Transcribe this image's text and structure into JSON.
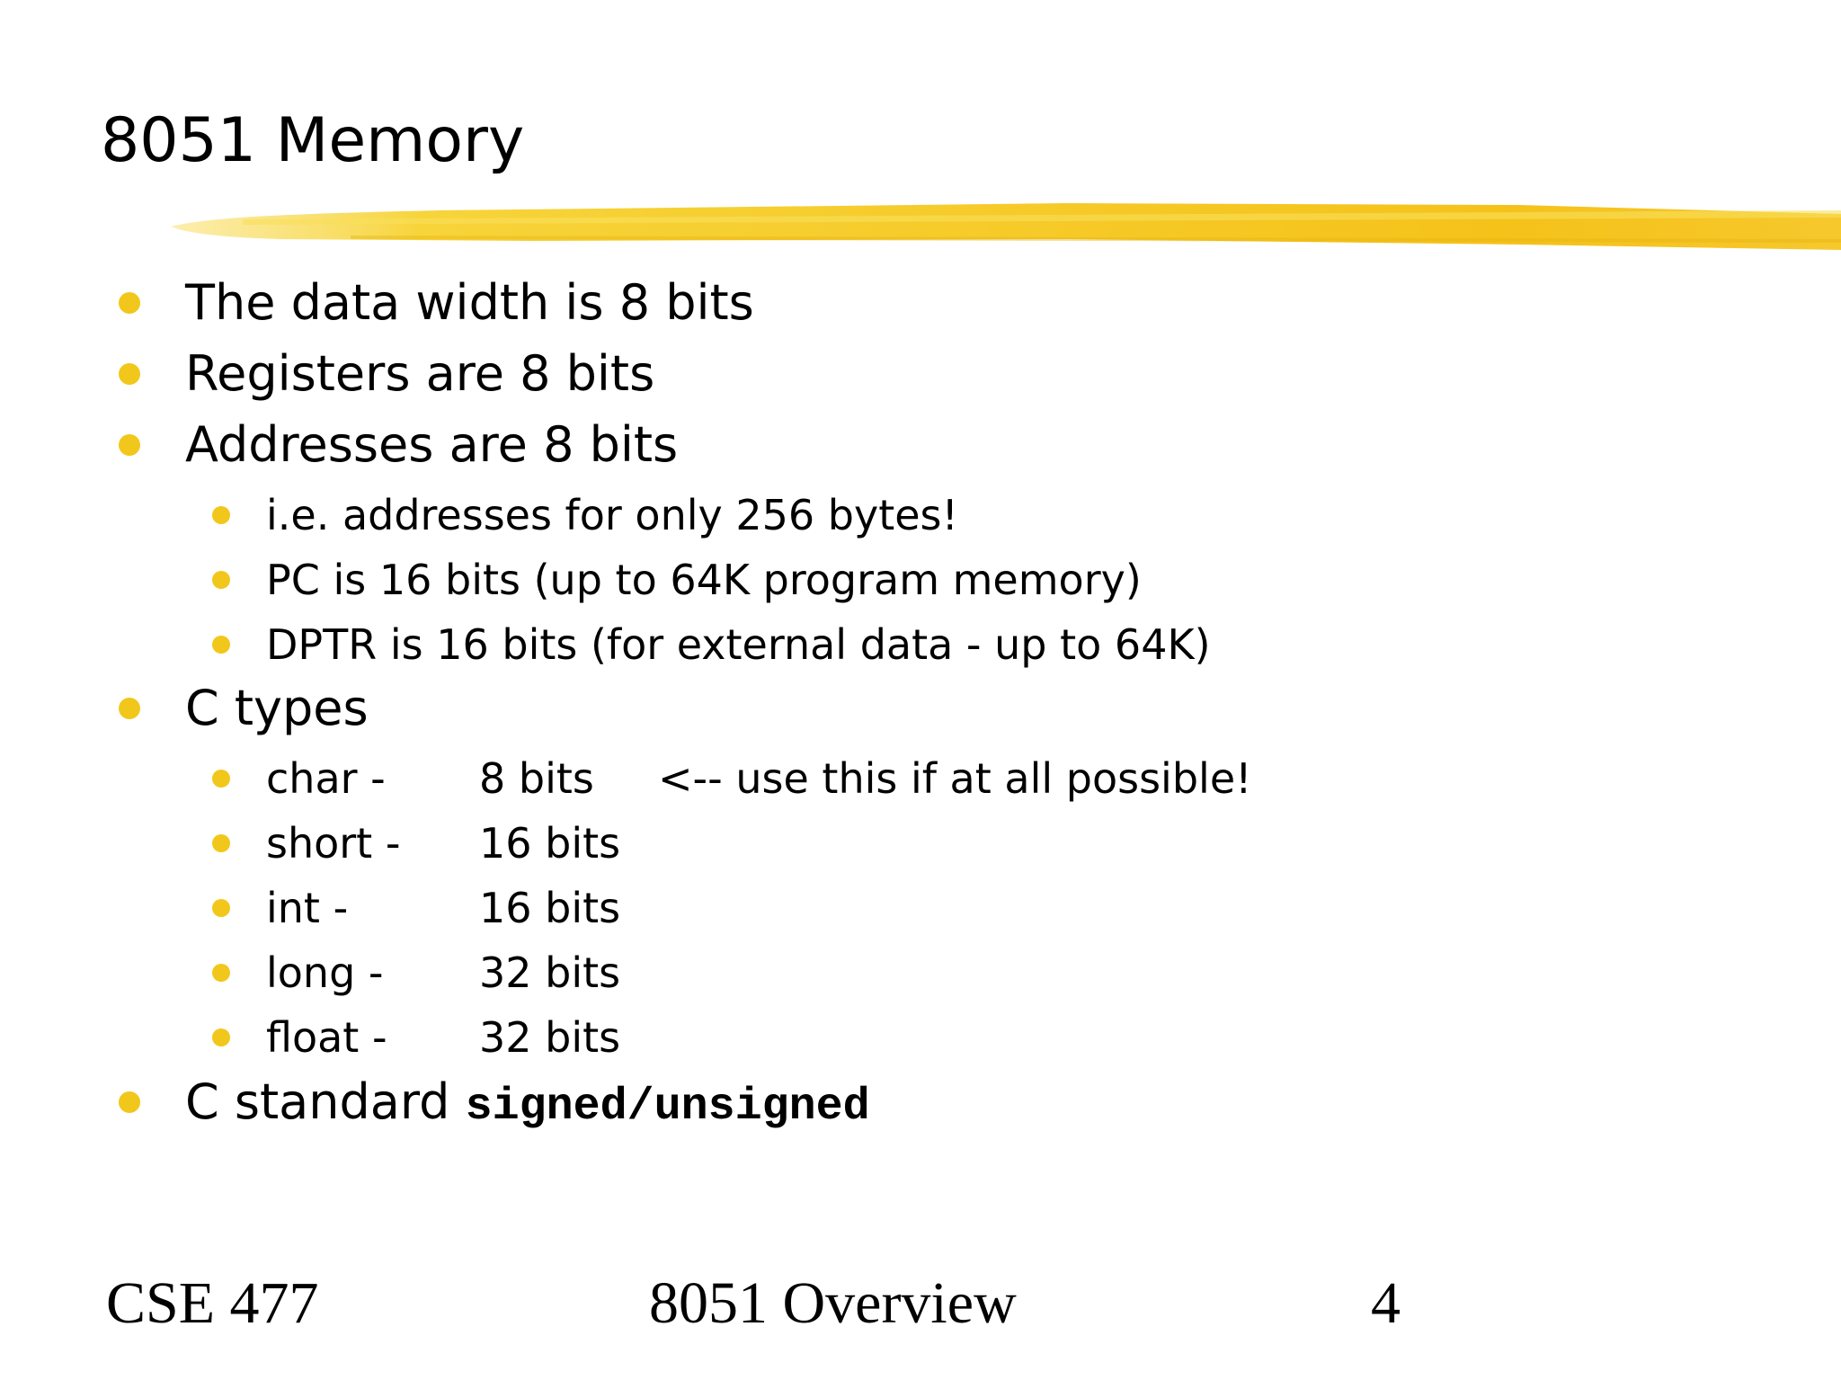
{
  "title": "8051 Memory",
  "accent_color": "#f2c71b",
  "bullets": [
    {
      "text": "The data width is 8 bits"
    },
    {
      "text": "Registers are 8 bits"
    },
    {
      "text": "Addresses are 8 bits"
    },
    {
      "sub": [
        "i.e. addresses for only 256 bytes!",
        "PC is 16 bits (up to 64K program memory)",
        "DPTR is 16 bits (for external data - up to 64K)"
      ]
    },
    {
      "text": "C types"
    },
    {
      "types": [
        {
          "name": "char -",
          "size": "8 bits",
          "note": "<-- use this if at all possible!"
        },
        {
          "name": "short -",
          "size": "16 bits"
        },
        {
          "name": "int -",
          "size": "16 bits"
        },
        {
          "name": "long -",
          "size": "32 bits"
        },
        {
          "name": "float -",
          "size": "32 bits"
        }
      ]
    },
    {
      "text": "C standard ",
      "code": "signed/unsigned"
    }
  ],
  "footer": {
    "left": "CSE 477",
    "center": "8051 Overview",
    "page": "4"
  }
}
